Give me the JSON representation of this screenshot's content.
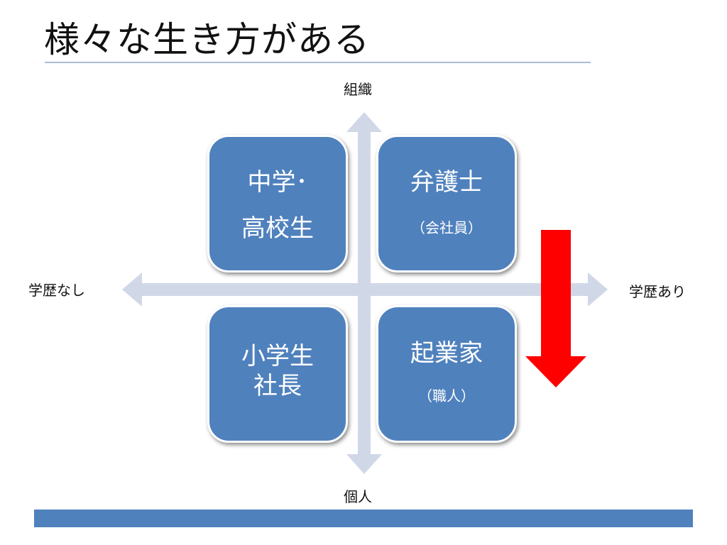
{
  "title": "様々な生き方がある",
  "axes": {
    "top": "組織",
    "bottom": "個人",
    "left": "学歴なし",
    "right": "学歴あり"
  },
  "quadrants": {
    "top_left": {
      "line1": "中学･",
      "line2": "高校生"
    },
    "top_right": {
      "main": "弁護士",
      "sub": "（会社員）"
    },
    "bottom_left": {
      "line1": "小学生",
      "line2": "社長"
    },
    "bottom_right": {
      "main": "起業家",
      "sub": "（職人）"
    }
  },
  "colors": {
    "box_fill": "#4f81bd",
    "axis_arrow": "#d0d8e8",
    "highlight_arrow": "#ff0000",
    "footer_bar": "#4f81bd",
    "title_rule": "#a9bed8"
  },
  "icons": {
    "highlight": "red-down-arrow-icon"
  }
}
